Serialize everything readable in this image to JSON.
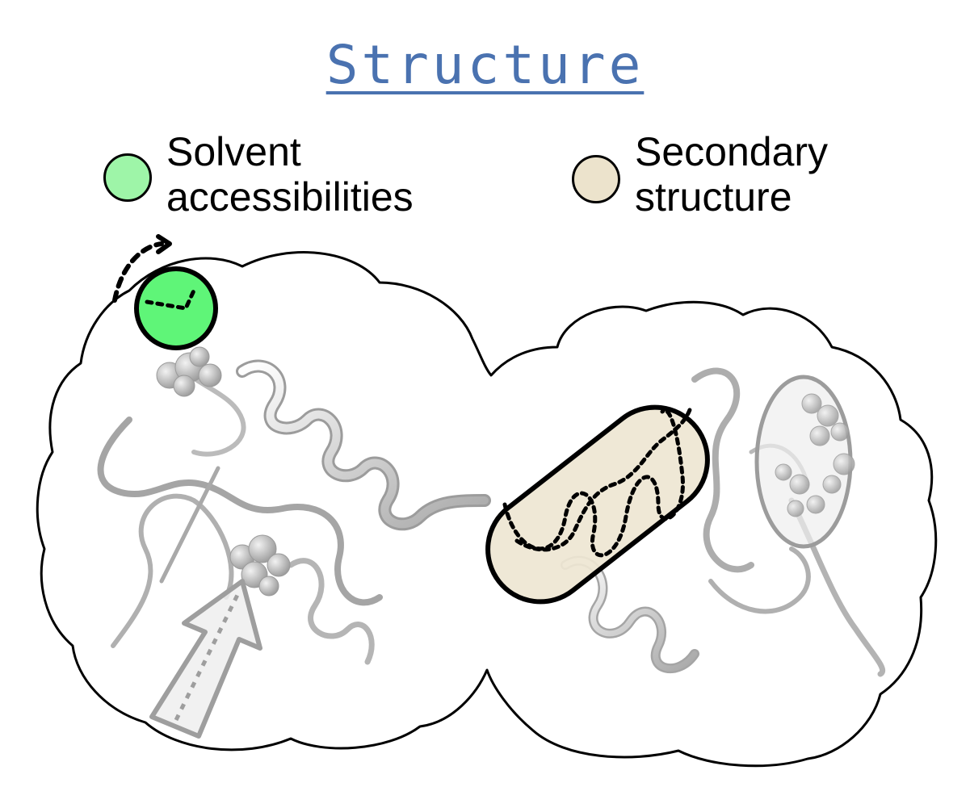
{
  "title": "Structure",
  "legend": [
    {
      "label_line1": "Solvent",
      "label_line2": "accessibilities",
      "color": "#9ef5a8"
    },
    {
      "label_line1": "Secondary",
      "label_line2": "structure",
      "color": "#ece3cc"
    }
  ],
  "colors": {
    "solvent_marker": "#5ff578",
    "secondary_marker": "#eee6d2",
    "ribbon": "#bdbdbd",
    "atoms": "#c8c8c8",
    "title": "#4a72b0"
  },
  "icons": [
    "protein-surface-outline",
    "protein-ribbon",
    "solvent-marker",
    "secondary-structure-capsule",
    "binding-site-ellipse",
    "interaction-arrow"
  ]
}
